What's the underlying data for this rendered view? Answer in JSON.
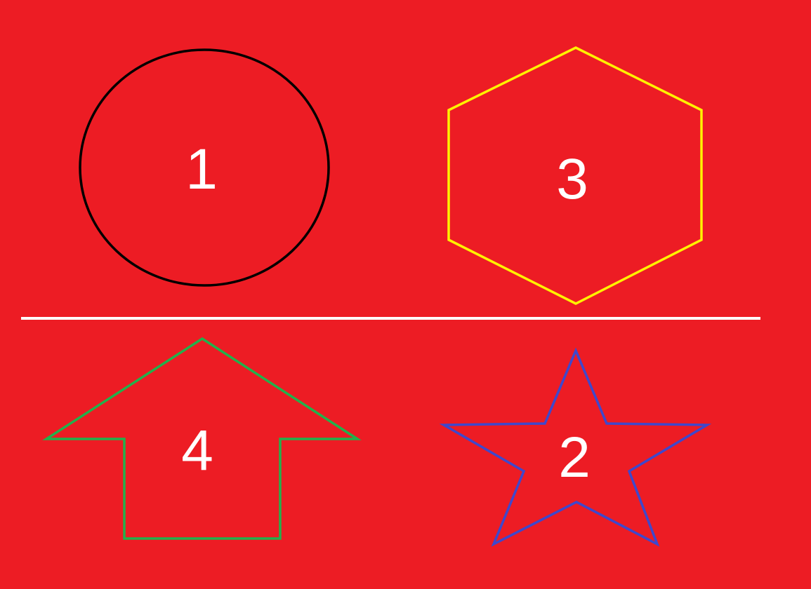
{
  "background_color": "#ed1c24",
  "divider": {
    "color": "#ffffff"
  },
  "shapes": [
    {
      "kind": "circle",
      "icon": "circle-icon",
      "label": "1",
      "stroke": "#000000"
    },
    {
      "kind": "hexagon",
      "icon": "hexagon-icon",
      "label": "3",
      "stroke": "#fff200"
    },
    {
      "kind": "up-arrow",
      "icon": "up-arrow-icon",
      "label": "4",
      "stroke": "#22b14c"
    },
    {
      "kind": "star",
      "icon": "star-icon",
      "label": "2",
      "stroke": "#3f48cc"
    }
  ]
}
